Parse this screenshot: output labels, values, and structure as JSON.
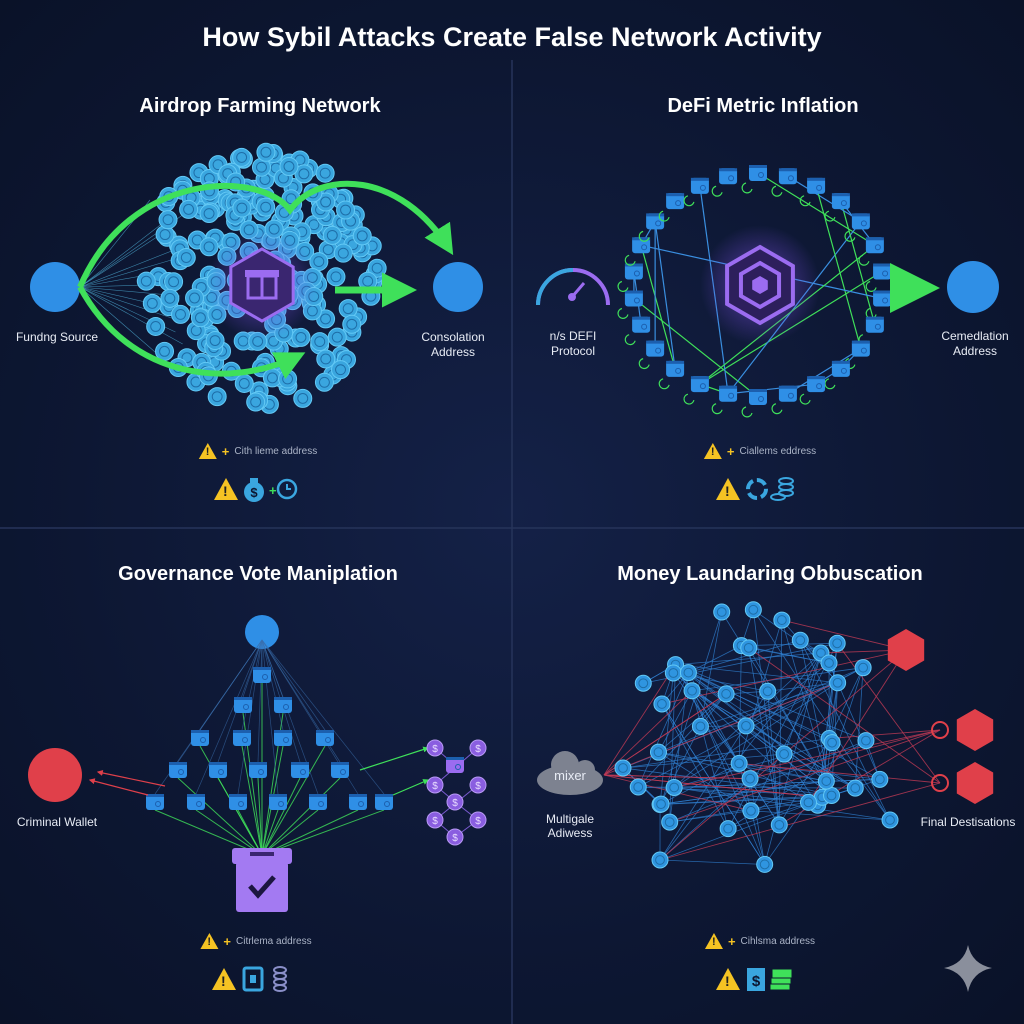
{
  "title": "How Sybil Attacks Create False Network Activity",
  "panels": [
    {
      "title": "Airdrop Farming Network",
      "labels": {
        "source": "Fundng Source",
        "dest_1": "Consolation",
        "dest_2": "Address"
      },
      "warning": "Cith lieme address",
      "icons": [
        "warning-icon",
        "money-bag-icon",
        "plus-icon",
        "clock-icon"
      ]
    },
    {
      "title": "DeFi Metric Inflation",
      "labels": {
        "source_1": "n/s DEFI",
        "source_2": "Protocol",
        "dest_1": "Cemedlation",
        "dest_2": "Address"
      },
      "warning": "Ciallems eddress",
      "icons": [
        "warning-icon",
        "refresh-icon",
        "coin-stack-icon"
      ]
    },
    {
      "title": "Governance Vote Maniplation",
      "labels": {
        "source": "Criminal Wallet"
      },
      "warning": "Citrlema address",
      "icons": [
        "warning-icon",
        "device-icon",
        "coin-stack-icon"
      ]
    },
    {
      "title": "Money Laundaring Obbuscation",
      "labels": {
        "mixer": "mixer",
        "source_1": "Multigale",
        "source_2": "Adiwess",
        "dest": "Final Destisations"
      },
      "warning": "Cihlsma address",
      "icons": [
        "warning-icon",
        "dollar-icon",
        "cash-icon"
      ]
    }
  ],
  "colors": {
    "blue": "#2f8fe6",
    "coin": "#3aa6df",
    "green": "#3fe05a",
    "purple": "#9b6cf0",
    "red": "#e0404a",
    "background": "#0c1630"
  }
}
